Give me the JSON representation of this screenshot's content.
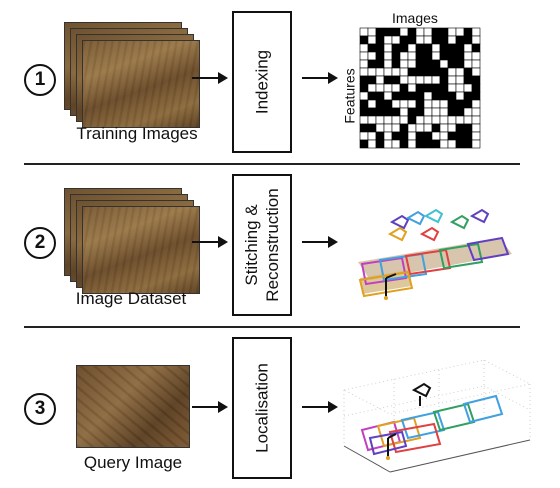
{
  "rows": [
    {
      "number": "1",
      "input_caption": "Training Images",
      "process": "Indexing"
    },
    {
      "number": "2",
      "input_caption": "Image Dataset",
      "process_line1": "Stitching &",
      "process_line2": "Reconstruction"
    },
    {
      "number": "3",
      "input_caption": "Query Image",
      "process": "Localisation"
    }
  ],
  "matrix": {
    "top_label": "Images",
    "side_label": "Features",
    "rows": 15,
    "cols": 15
  },
  "colors": {
    "line": "#111111",
    "path_colors": [
      "#e0a020",
      "#c040c0",
      "#40a0e0",
      "#e04040",
      "#30a060",
      "#6040c0"
    ]
  }
}
